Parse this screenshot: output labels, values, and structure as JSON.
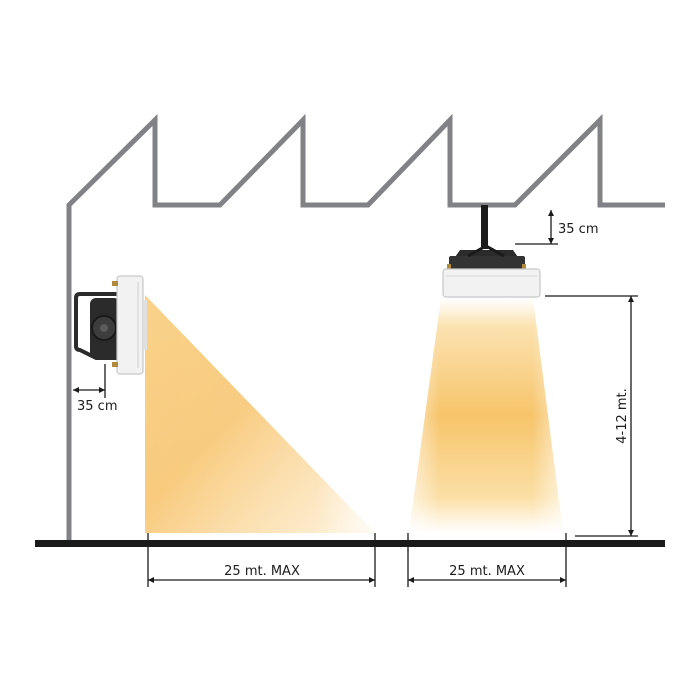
{
  "labels": {
    "wall_clearance": "35 cm",
    "ceiling_clearance": "35 cm",
    "height_range": "4-12 mt.",
    "wall_throw": "25 mt. MAX",
    "ceiling_throw": "25 mt. MAX"
  },
  "colors": {
    "building_outline": "#808285",
    "floor": "#1a1a1a",
    "dimension_line": "#1a1a1a",
    "light_warm": "#f7c56b",
    "light_pale": "#fdeccc",
    "heater_body": "#f2f2f2",
    "heater_dark": "#2b2b2b"
  },
  "icons": [
    "wall-mounted-heater-icon",
    "ceiling-mounted-heater-icon"
  ]
}
